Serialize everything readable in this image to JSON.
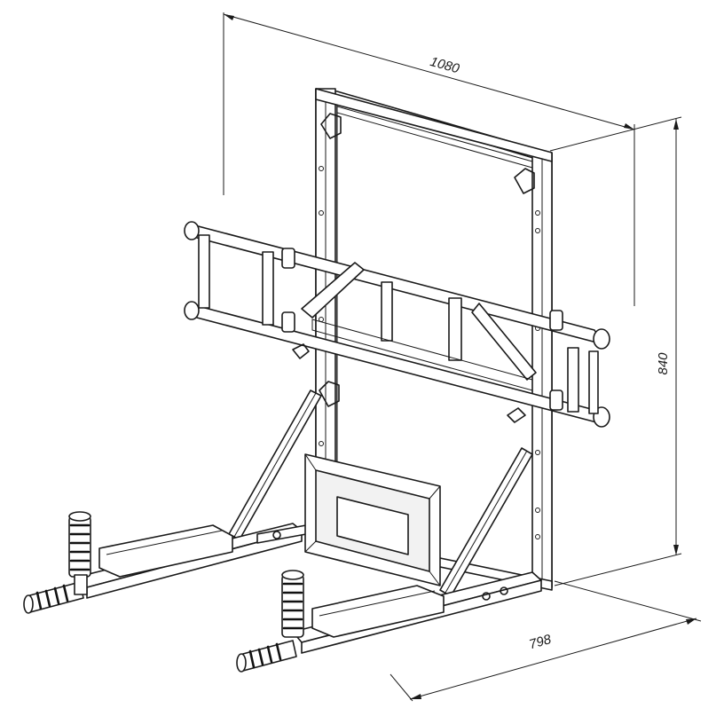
{
  "dimensions": {
    "width": "1080",
    "height": "840",
    "depth": "798"
  }
}
